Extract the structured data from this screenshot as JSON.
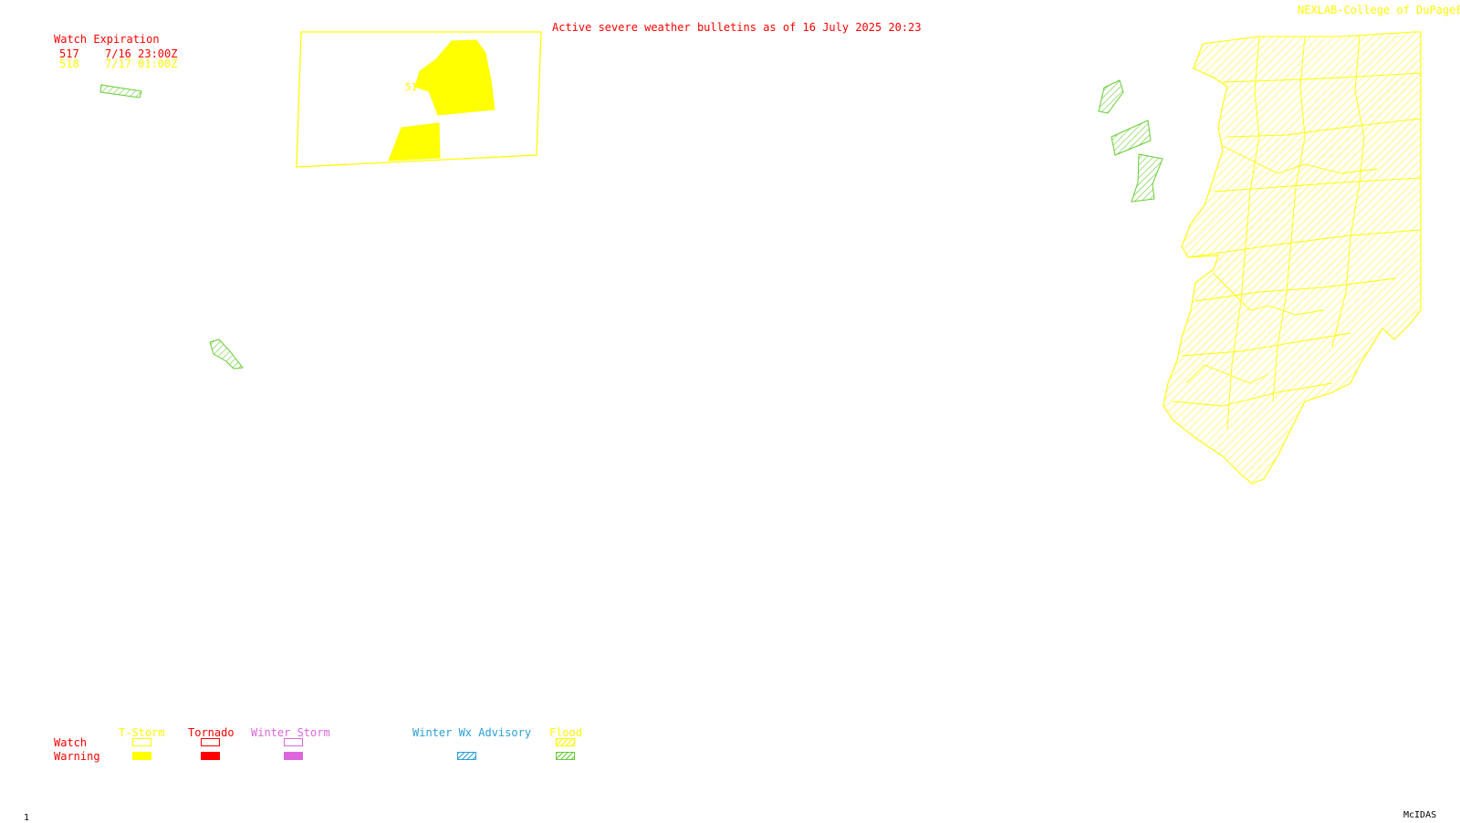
{
  "header": {
    "bulletin_title": "Active severe weather bulletins as of 16 July 2025 20:23",
    "credit": "NEXLAB-College of DuPage",
    "credit_mark": "E"
  },
  "watch_table": {
    "heading": "Watch Expiration",
    "rows": [
      {
        "number": "517",
        "expiration": "7/16 23:00Z",
        "color": "#ff0000"
      },
      {
        "number": "518",
        "expiration": "7/17 01:00Z",
        "color": "#ffff00"
      }
    ]
  },
  "map": {
    "watch_box_label": "518",
    "colors": {
      "tstorm": "#ffff00",
      "tornado": "#ff0000",
      "winter_storm": "#dd66dd",
      "winter_wx_advisory": "#2a9fd6",
      "flood": "#66cc33",
      "watch_area": "#ffff00"
    }
  },
  "legend": {
    "row_labels": {
      "watch": "Watch",
      "warning": "Warning"
    },
    "categories": [
      {
        "label": "T-Storm",
        "color": "#ffff00"
      },
      {
        "label": "Tornado",
        "color": "#ff0000"
      },
      {
        "label": "Winter Storm",
        "color": "#dd66dd"
      },
      {
        "label": "Winter Wx Advisory",
        "color": "#2a9fd6"
      },
      {
        "label": "Flood",
        "color": "#ffff00"
      }
    ]
  },
  "footer": {
    "frame_number": "1",
    "software": "McIDAS"
  }
}
